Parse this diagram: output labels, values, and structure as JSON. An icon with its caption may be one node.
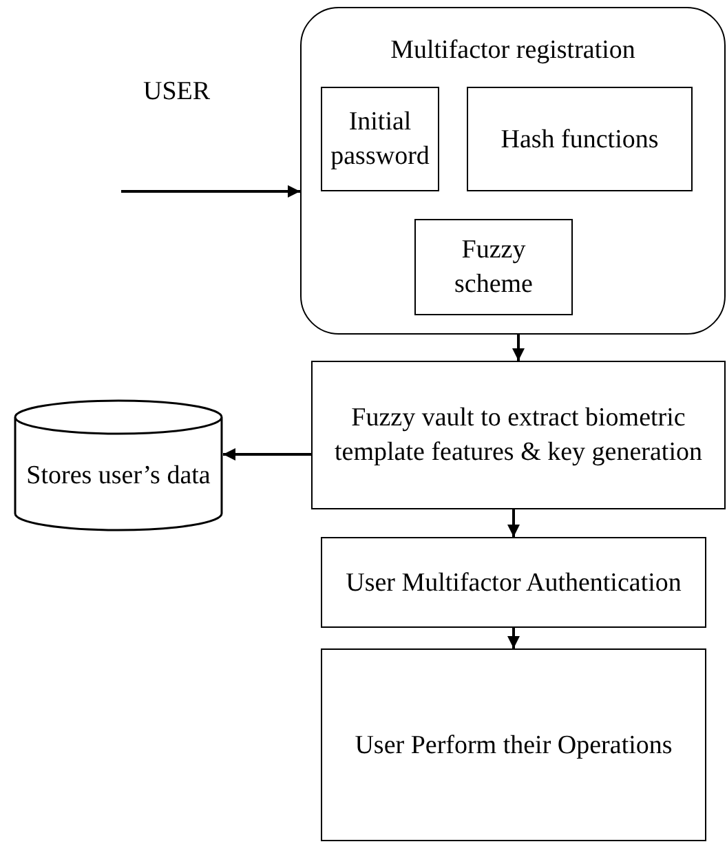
{
  "diagram": {
    "nodes": [
      {
        "text": [
          "Multifactor registration"
        ]
      },
      {
        "text": [
          "Initial password"
        ],
        "in": 0
      },
      {
        "text": [
          "Hash functions"
        ],
        "in": 0
      },
      {
        "text": [
          "Fuzzy scheme"
        ],
        "in": 0
      },
      {
        "text": [
          "Fuzzy vault to extract biometric template features & key generation"
        ]
      },
      {
        "text": [
          "Stores user’s data"
        ]
      },
      {
        "text": [
          "User Multifactor Authentication"
        ]
      },
      {
        "text": [
          "User Perform their Operations"
        ]
      }
    ],
    "edges": [
      {
        "from": null,
        "to": 0,
        "arrow": "to"
      },
      {
        "from": 0,
        "to": 4,
        "arrow": "to"
      },
      {
        "from": 4,
        "to": 5,
        "arrow": "to"
      },
      {
        "from": 4,
        "to": 6,
        "arrow": "to"
      },
      {
        "from": 6,
        "to": 7,
        "arrow": "to"
      }
    ],
    "labels": [
      "USER"
    ]
  }
}
